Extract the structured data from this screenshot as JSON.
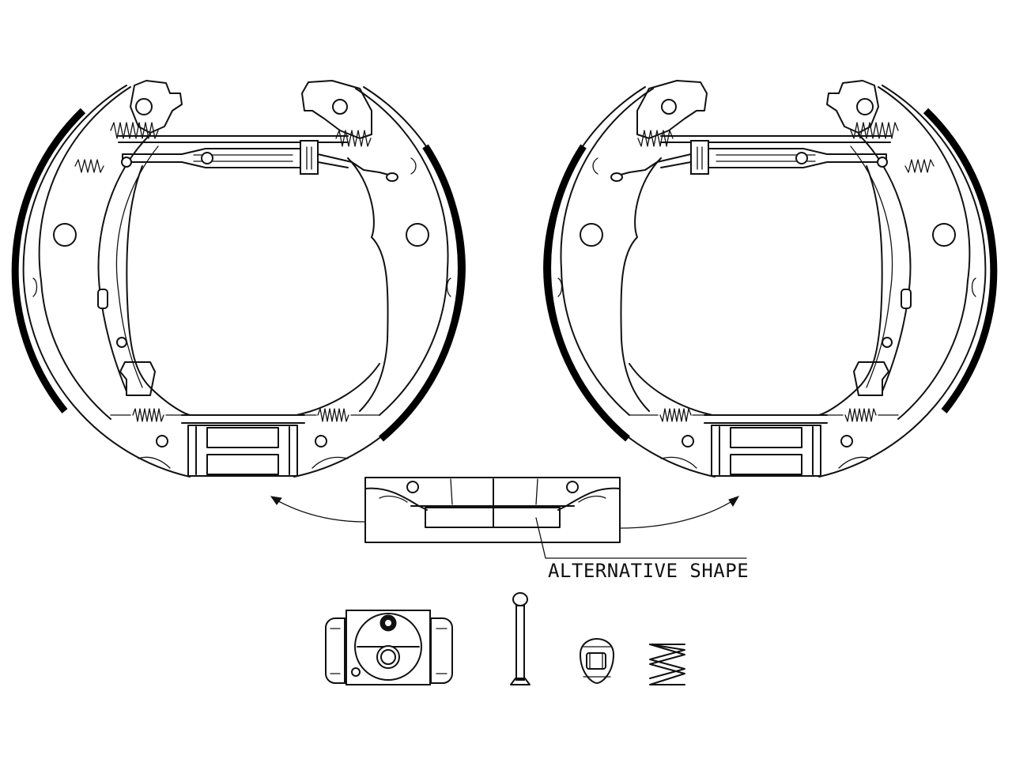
{
  "annotation": {
    "alternative_shape_label": "ALTERNATIVE SHAPE"
  },
  "parts": {
    "brake_shoe_assembly_count": 2,
    "wheel_cylinder_count": 1,
    "retaining_pin_count": 1,
    "retaining_cap_count": 1,
    "hold_down_spring_count": 1
  },
  "colors": {
    "line": "#111111",
    "background": "#ffffff"
  }
}
